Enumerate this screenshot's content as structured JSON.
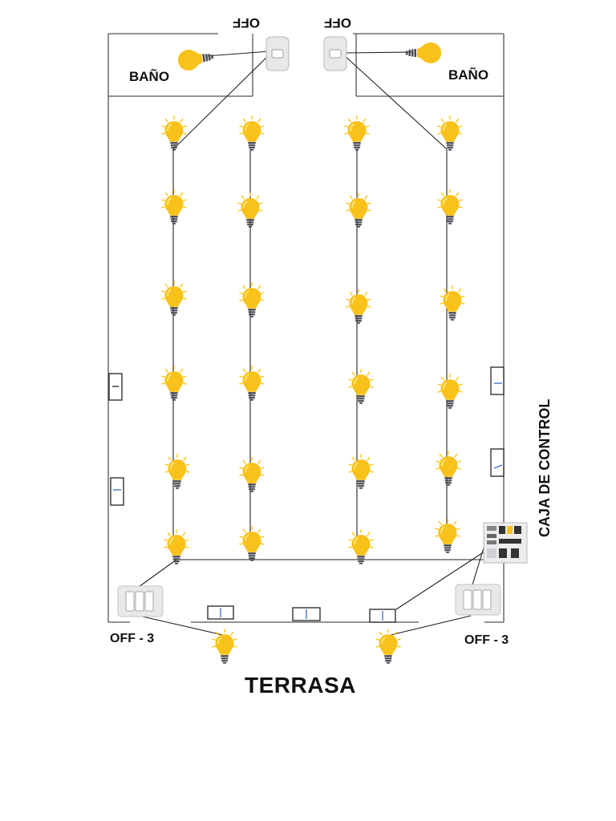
{
  "labels": {
    "bathroom_left": "BAÑO",
    "bathroom_right": "BAÑO",
    "off_top_left": "OFF",
    "off_top_right": "OFF",
    "off_bottom_left": "OFF - 3",
    "off_bottom_right": "OFF - 3",
    "control_box": "CAJA DE CONTROL",
    "terrace": "TERRASA"
  },
  "colors": {
    "bulb": "#F8C21A",
    "bulb_glow": "#FFD64A",
    "bulb_base": "#4a4a52",
    "wire": "#222222",
    "wall": "#555555",
    "switch_plate": "#e8e8ea"
  },
  "icons": {
    "bulb": "light-bulb-icon",
    "single_switch": "wall-switch-icon",
    "triple_switch": "triple-switch-icon",
    "control_panel": "control-panel-icon",
    "window": "window-icon"
  }
}
